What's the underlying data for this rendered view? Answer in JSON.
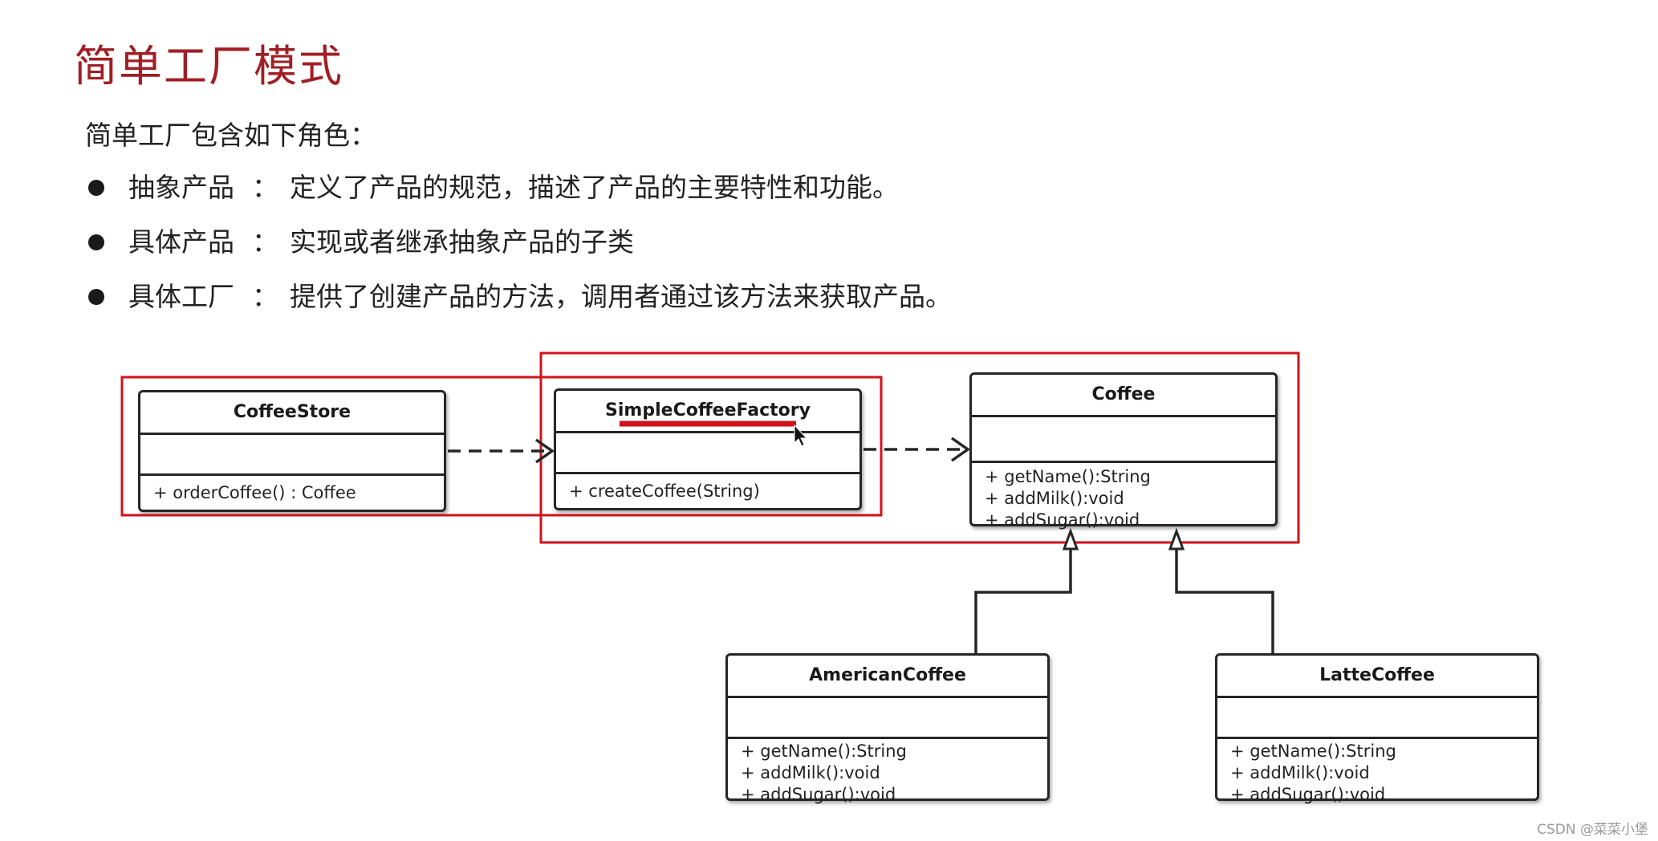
{
  "page": {
    "title": "简单工厂模式",
    "intro": "简单工厂包含如下角色：",
    "roles": [
      {
        "term": "抽象产品",
        "sep": "：",
        "desc": "定义了产品的规范，描述了产品的主要特性和功能。"
      },
      {
        "term": "具体产品",
        "sep": "：",
        "desc": "实现或者继承抽象产品的子类"
      },
      {
        "term": "具体工厂",
        "sep": "：",
        "desc": "提供了创建产品的方法，调用者通过该方法来获取产品。"
      }
    ]
  },
  "diagram": {
    "classes": {
      "coffee_store": {
        "name": "CoffeeStore",
        "methods": [
          "+ orderCoffee() : Coffee"
        ]
      },
      "factory": {
        "name": "SimpleCoffeeFactory",
        "methods": [
          "+ createCoffee(String)"
        ]
      },
      "coffee": {
        "name": "Coffee",
        "methods": [
          "+ getName():String",
          "+ addMilk():void",
          "+ addSugar():void"
        ]
      },
      "american": {
        "name": "AmericanCoffee",
        "methods": [
          "+ getName():String",
          "+ addMilk():void",
          "+ addSugar():void"
        ]
      },
      "latte": {
        "name": "LatteCoffee",
        "methods": [
          "+ getName():String",
          "+ addMilk():void",
          "+ addSugar():void"
        ]
      }
    },
    "colors": {
      "highlight": "#d0121b",
      "title": "#a01f24",
      "line": "#262626"
    }
  },
  "watermark": "CSDN @菜菜小堡"
}
